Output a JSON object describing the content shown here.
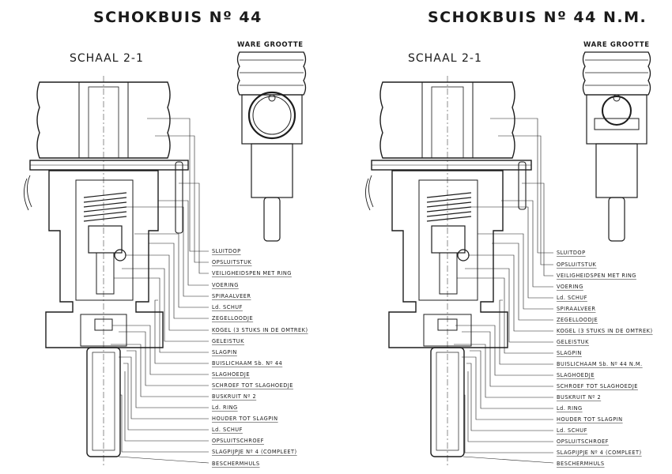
{
  "drawings": [
    {
      "title": "SCHOKBUIS Nº 44",
      "scale": "SCHAAL 2-1",
      "true_size": "WARE GROOTTE",
      "labels": [
        "SLUITDOP",
        "OPSLUITSTUK",
        "VEILIGHEIDSPEN MET RING",
        "VOERING",
        "SPIRAALVEER",
        "Ld. SCHUF",
        "ZEGELLOODJE",
        "KOGEL (3 STUKS IN DE OMTREK)",
        "GELEISTUK",
        "SLAGPIN",
        "BUISLICHAAM  Sb. Nº 44",
        "SLAGHOEDJE",
        "SCHROEF TOT SLAGHOEDJE",
        "BUSKRUIT Nº 2",
        "Ld. RING",
        "HOUDER TOT SLAGPIN",
        "Ld. SCHUF",
        "OPSLUITSCHROEF",
        "SLAGPIJPJE Nº 4 (COMPLEET)",
        "BESCHERMHULS"
      ]
    },
    {
      "title": "SCHOKBUIS Nº 44 N.M.",
      "scale": "SCHAAL 2-1",
      "true_size": "WARE GROOTTE",
      "labels": [
        "SLUITDOP",
        "OPSLUITSTUK",
        "VEILIGHEIDSPEN MET RING",
        "VOERING",
        "Ld. SCHUF",
        "SPIRAALVEER",
        "ZEGELLOODJE",
        "KOGEL (3 STUKS IN DE OMTREK)",
        "GELEISTUK",
        "SLAGPIN",
        "BUISLICHAAM  Sb. Nº 44 N.M.",
        "SLAGHOEDJE",
        "SCHROEF TOT SLAGHOEDJE",
        "BUSKRUIT Nº 2",
        "Ld. RING",
        "HOUDER TOT SLAGPIN",
        "Ld. SCHUF",
        "OPSLUITSCHROEF",
        "SLAGPIJPJE Nº 4 (COMPLEET)",
        "BESCHERMHULS"
      ]
    }
  ]
}
